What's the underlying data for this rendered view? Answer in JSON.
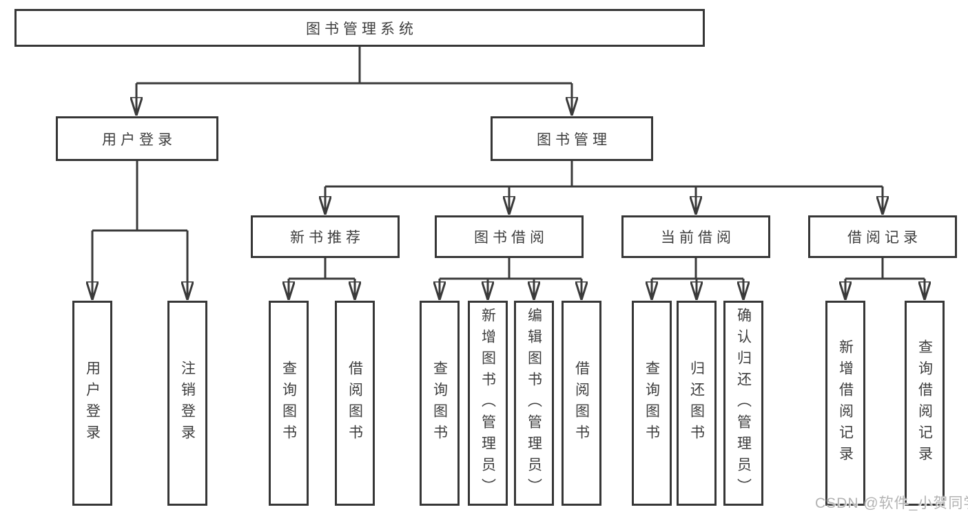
{
  "root": {
    "label": "图书管理系统"
  },
  "branches": [
    {
      "label": "用户登录",
      "children": [
        {
          "label": "用户登录"
        },
        {
          "label": "注销登录"
        }
      ]
    },
    {
      "label": "图书管理",
      "children": [
        {
          "label": "新书推荐",
          "children": [
            {
              "label": "查询图书"
            },
            {
              "label": "借阅图书"
            }
          ]
        },
        {
          "label": "图书借阅",
          "children": [
            {
              "label": "查询图书"
            },
            {
              "label": "新增图书（管理员）"
            },
            {
              "label": "编辑图书（管理员）"
            },
            {
              "label": "借阅图书"
            }
          ]
        },
        {
          "label": "当前借阅",
          "children": [
            {
              "label": "查询图书"
            },
            {
              "label": "归还图书"
            },
            {
              "label": "确认归还（管理员）"
            }
          ]
        },
        {
          "label": "借阅记录",
          "children": [
            {
              "label": "新增借阅记录"
            },
            {
              "label": "查询借阅记录"
            }
          ]
        }
      ]
    }
  ],
  "watermark": {
    "text": "CSDN @软件_小贺同学"
  },
  "colors": {
    "line": "#3a3a3a",
    "box_border": "#363636",
    "text": "#3d3d3d",
    "watermark": "#b3b3b3",
    "background": "#ffffff"
  }
}
